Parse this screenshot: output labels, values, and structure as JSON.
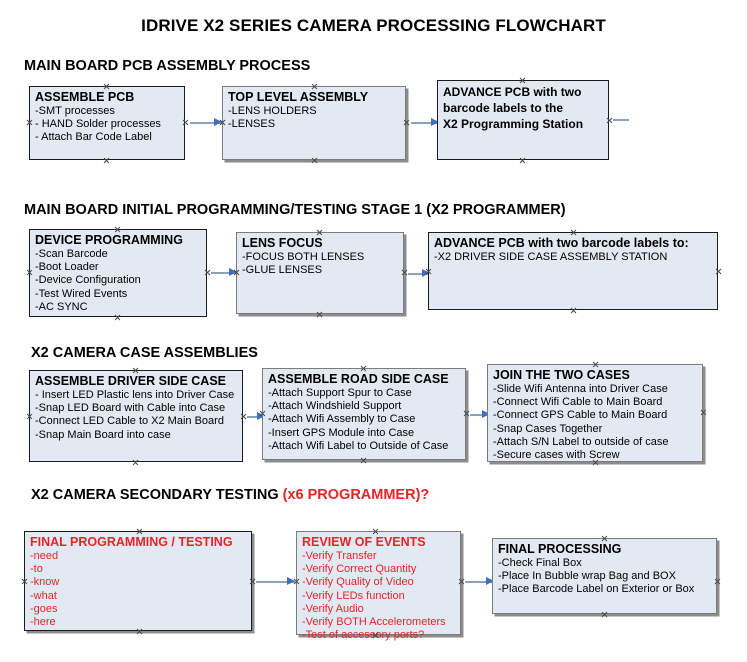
{
  "document": {
    "title": "IDRIVE X2  SERIES CAMERA PROCESSING FLOWCHART"
  },
  "colors": {
    "box_fill": "#e3e9f2",
    "box_border": "#1b1b1b",
    "box_border_grey": "#7b7b7b",
    "accent_red": "#e8232a",
    "arrow_shaft": "#8ba2bd",
    "arrow_head": "#3d6ebf"
  },
  "sections": [
    {
      "heading": "MAIN BOARD PCB ASSEMBLY PROCESS",
      "heading_suffix": "",
      "boxes": [
        {
          "title": "ASSEMBLE PCB",
          "lines": [
            "-SMT processes",
            "- HAND Solder processes",
            "- Attach Bar Code Label"
          ]
        },
        {
          "title": "TOP LEVEL ASSEMBLY",
          "lines": [
            "-LENS HOLDERS",
            "-LENSES"
          ]
        },
        {
          "title": "ADVANCE PCB with two",
          "lines": [
            "barcode labels to the",
            " X2 Programming Station"
          ]
        }
      ]
    },
    {
      "heading": "MAIN BOARD INITIAL PROGRAMMING/TESTING STAGE 1 (X2 PROGRAMMER)",
      "heading_suffix": "",
      "boxes": [
        {
          "title": "DEVICE PROGRAMMING",
          "lines": [
            "-Scan Barcode",
            "-Boot Loader",
            "-Device Configuration",
            "-Test Wired Events",
            "-AC SYNC"
          ]
        },
        {
          "title": "LENS FOCUS",
          "lines": [
            "-FOCUS BOTH LENSES",
            "-GLUE LENSES"
          ]
        },
        {
          "title": "ADVANCE PCB with two barcode labels to:",
          "lines": [
            "-X2 DRIVER  SIDE  CASE  ASSEMBLY STATION"
          ]
        }
      ]
    },
    {
      "heading": "X2 CAMERA CASE ASSEMBLIES",
      "heading_suffix": "",
      "boxes": [
        {
          "title": "ASSEMBLE DRIVER SIDE CASE",
          "lines": [
            "- Insert LED Plastic lens into Driver Case",
            "-Snap LED Board with Cable into Case",
            "-Connect LED Cable to X2 Main Board",
            "-Snap Main Board into case"
          ]
        },
        {
          "title": "ASSEMBLE ROAD SIDE CASE",
          "lines": [
            "-Attach Support Spur to Case",
            "-Attach Windshield Support",
            "-Attach Wifi Assembly to Case",
            "-Insert GPS Module into Case",
            "-Attach Wifi Label to Outside of Case"
          ]
        },
        {
          "title": "JOIN THE TWO CASES",
          "lines": [
            "-Slide Wifi Antenna into Driver Case",
            "-Connect Wifi Cable to Main Board",
            "-Connect GPS Cable to Main Board",
            "-Snap Cases Together",
            "-Attach S/N Label to outside of case",
            "-Secure cases with Screw"
          ]
        }
      ]
    },
    {
      "heading": "X2 CAMERA SECONDARY TESTING ",
      "heading_suffix": "(x6 PROGRAMMER)?",
      "boxes": [
        {
          "title": "FINAL PROGRAMMING / TESTING",
          "lines": [
            "-need",
            "-to",
            "-know",
            "-what",
            "-goes",
            "-here"
          ]
        },
        {
          "title": "REVIEW OF EVENTS",
          "lines": [
            "-Verify Transfer",
            "-Verify Correct Quantity",
            "-Verify Quality of Video",
            "-Verify LEDs function",
            "-Verify Audio",
            "-Verify BOTH Accelerometers",
            "-Test of accessory ports?"
          ]
        },
        {
          "title": "FINAL PROCESSING",
          "lines": [
            " -Check Final Box",
            "-Place In Bubble wrap Bag and BOX",
            "-Place Barcode Label on Exterior or Box"
          ]
        }
      ]
    }
  ]
}
